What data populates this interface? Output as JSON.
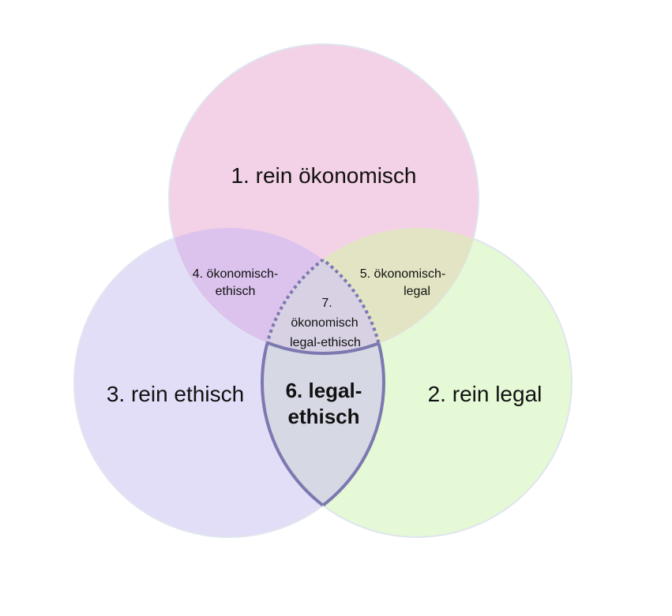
{
  "diagram": {
    "sets": {
      "top": {
        "label": "1. rein ökonomisch",
        "color": "#f3d1e6"
      },
      "right": {
        "label": "2. rein legal",
        "color": "#e5f9d6"
      },
      "left": {
        "label": "3. rein ethisch",
        "color": "#e2def7"
      }
    },
    "overlaps": {
      "top_left": {
        "line1": "4. ökonomisch-",
        "line2": "ethisch",
        "color": "#dcc3ee"
      },
      "top_right": {
        "line1": "5. ökonomisch-",
        "line2": "legal",
        "color": "#e3e4c4"
      },
      "left_right": {
        "line1": "6. legal-",
        "line2": "ethisch",
        "color": "#d6d8e4"
      },
      "all": {
        "line1": "7.",
        "line2": "ökonomisch",
        "line3": "legal-ethisch",
        "color": "#d8d1e3"
      }
    },
    "outline_color": "#7b79b0"
  }
}
